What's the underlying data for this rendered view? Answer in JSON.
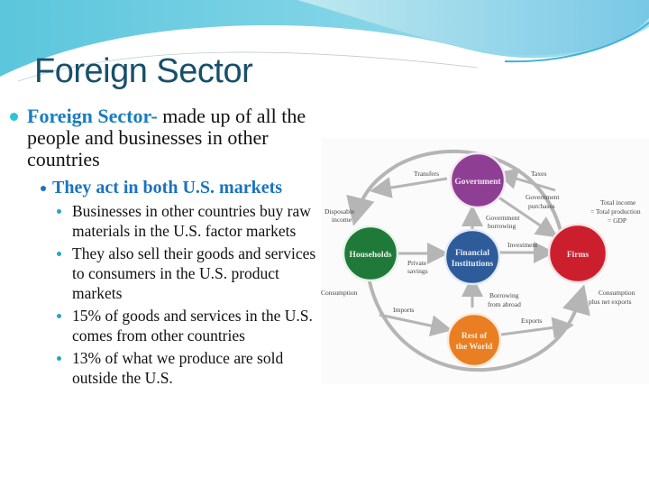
{
  "slide": {
    "title": "Foreign Sector",
    "accent_colors": {
      "title": "#17506b",
      "term": "#1a7cbf",
      "sub_bullet": "#1a73c1",
      "bullet_dot": "#2cc6d3"
    }
  },
  "content": {
    "level1": {
      "term": "Foreign Sector-",
      "text": " made up of all the people and businesses in other countries"
    },
    "level2": {
      "text": "They act in both U.S. markets"
    },
    "level3": [
      {
        "text": "Businesses in other countries buy raw materials in the U.S. factor markets"
      },
      {
        "text": "They also sell their goods and services to consumers in the U.S. product markets"
      },
      {
        "text": "15% of goods and services in the U.S. comes from other countries"
      },
      {
        "text": "13% of what we produce are sold outside the U.S."
      }
    ]
  },
  "diagram": {
    "nodes": {
      "government": {
        "label": "Government",
        "color": "#8e3f94"
      },
      "households": {
        "label": "Households",
        "color": "#1f7a3a"
      },
      "financial": {
        "label1": "Financial",
        "label2": "Institutions",
        "color": "#2e5b9a"
      },
      "firms": {
        "label": "Firms",
        "color": "#cc1f2d"
      },
      "world": {
        "label1": "Rest of",
        "label2": "the World",
        "color": "#e97f22"
      }
    },
    "flows": {
      "transfers": "Transfers",
      "taxes": "Taxes",
      "gov_purchases_1": "Government",
      "gov_purchases_2": "purchases",
      "gov_borrowing_1": "Government",
      "gov_borrowing_2": "borrowing",
      "disposable_1": "Disposable",
      "disposable_2": "income",
      "total_income_1": "Total income",
      "total_income_2": "= Total production",
      "total_income_3": "= GDP",
      "private_savings_1": "Private",
      "private_savings_2": "savings",
      "investment": "Investment",
      "consumption": "Consumption",
      "borrowing_abroad_1": "Borrowing",
      "borrowing_abroad_2": "from abroad",
      "imports": "Imports",
      "exports": "Exports",
      "cons_net_exports_1": "Consumption",
      "cons_net_exports_2": "plus net exports"
    }
  }
}
